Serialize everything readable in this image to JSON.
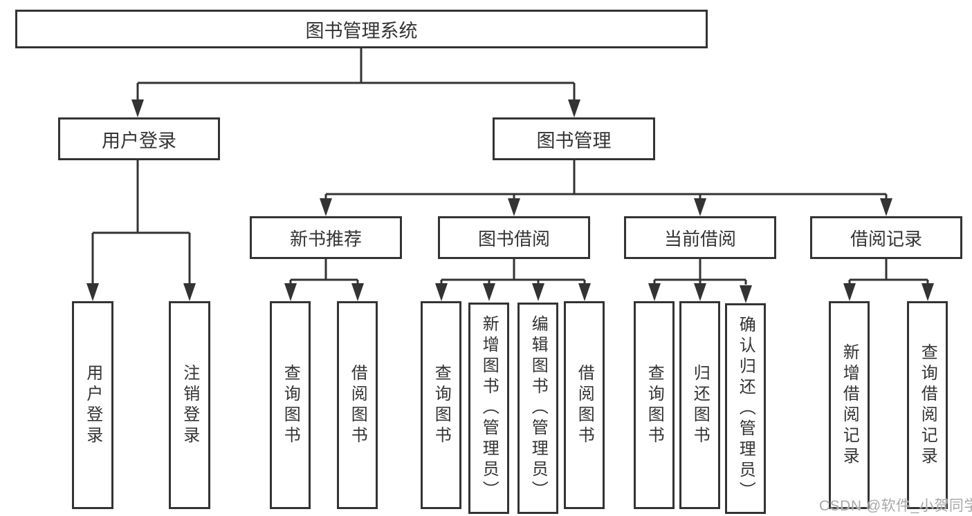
{
  "diagram": {
    "root": "图书管理系统",
    "branches": [
      {
        "label": "用户登录",
        "leaves": [
          "用户登录",
          "注销登录"
        ]
      },
      {
        "label": "图书管理",
        "sections": [
          {
            "label": "新书推荐",
            "leaves": [
              "查询图书",
              "借阅图书"
            ]
          },
          {
            "label": "图书借阅",
            "leaves": [
              "查询图书",
              "新增图书（管理员）",
              "编辑图书（管理员）",
              "借阅图书"
            ]
          },
          {
            "label": "当前借阅",
            "leaves": [
              "查询图书",
              "归还图书",
              "确认归还（管理员）"
            ]
          },
          {
            "label": "借阅记录",
            "leaves": [
              "新增借阅记录",
              "查询借阅记录"
            ]
          }
        ]
      }
    ],
    "watermark": "CSDN @软件_小贺同学",
    "colors": {
      "line": "#333333",
      "box_border": "#333333",
      "text": "#333333",
      "watermark": "#a8a8a8",
      "background": "#ffffff"
    }
  }
}
